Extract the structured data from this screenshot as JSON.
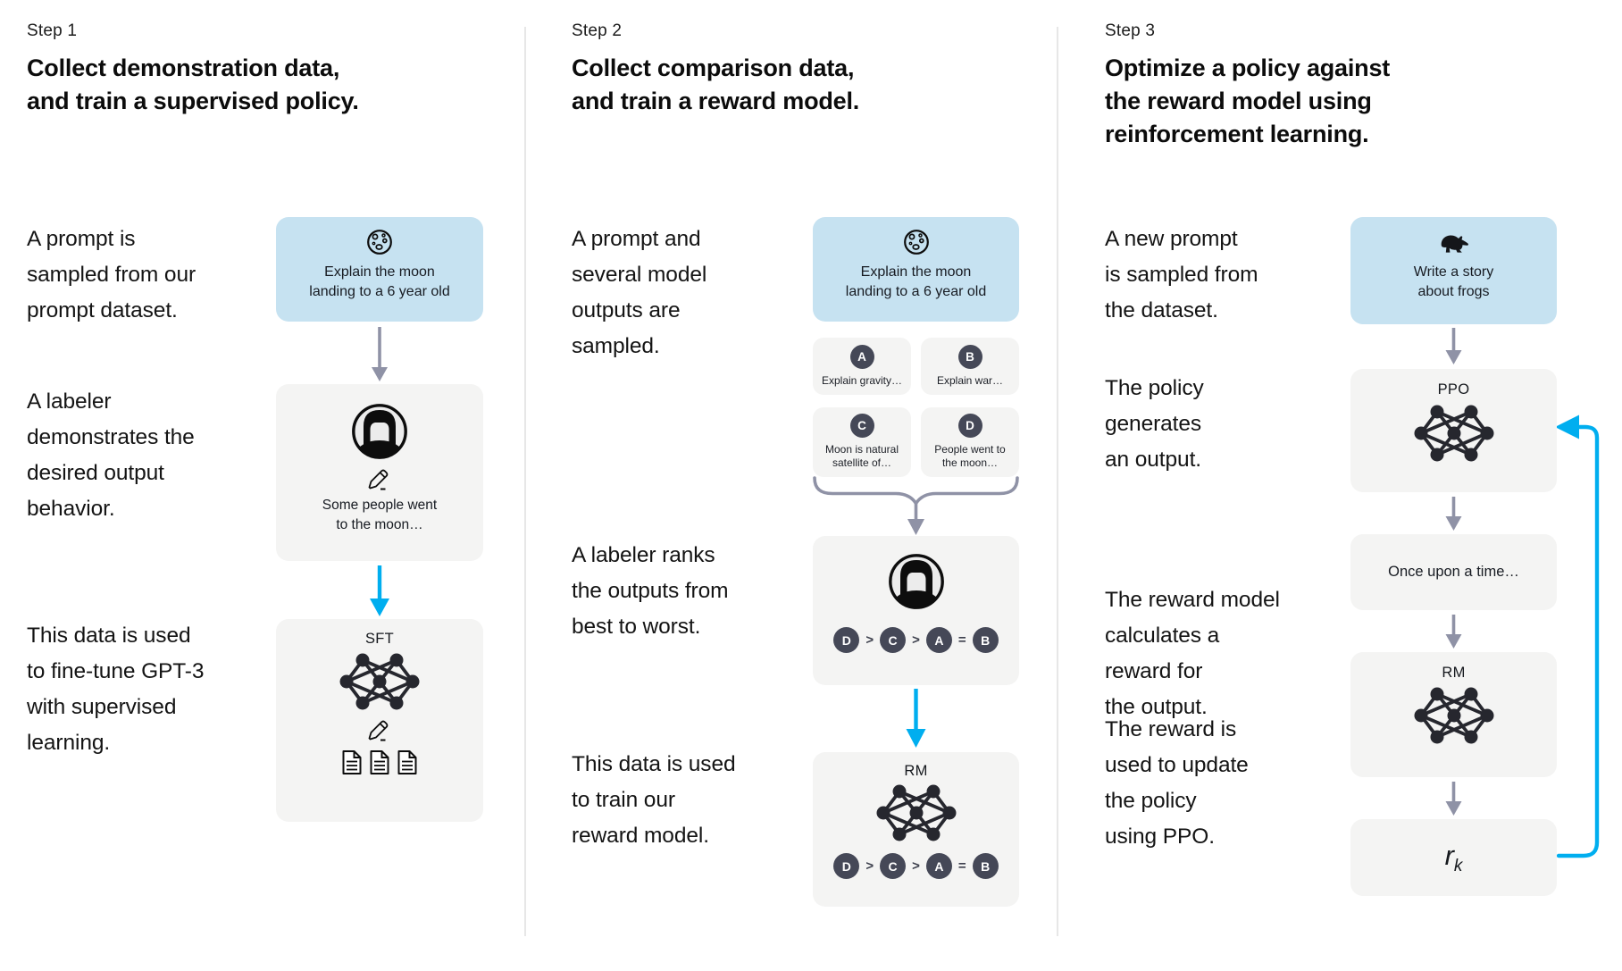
{
  "colors": {
    "prompt_box_bg": "#c6e2f1",
    "panel_bg": "#f4f4f3",
    "accent_blue": "#00aeef",
    "arrow_gray": "#8f92a6",
    "badge_dark": "#454857",
    "text": "#101010"
  },
  "steps": [
    {
      "label": "Step 1",
      "heading": "Collect demonstration data,\nand train a supervised policy.",
      "paragraphs": [
        "A prompt is\nsampled from our\nprompt dataset.",
        "A labeler\ndemonstrates the\ndesired output\nbehavior.",
        "This data is used\nto fine-tune GPT-3\nwith supervised\nlearning."
      ],
      "prompt_box": {
        "icon": "moon-icon",
        "text": "Explain the moon\nlanding to a 6 year old"
      },
      "labeler_box": {
        "icon": "labeler-avatar",
        "text": "Some people went\nto the moon…"
      },
      "model_box": {
        "label": "SFT",
        "icons": [
          "neural-network-icon",
          "pencil-icon",
          "document-icon"
        ]
      }
    },
    {
      "label": "Step 2",
      "heading": "Collect comparison data,\nand train a reward model.",
      "paragraphs": [
        "A prompt and\nseveral model\noutputs are\nsampled.",
        "A labeler ranks\nthe outputs from\nbest to worst.",
        "This data is used\nto train our\nreward model."
      ],
      "prompt_box": {
        "icon": "moon-icon",
        "text": "Explain the moon\nlanding to a 6 year old"
      },
      "outputs": [
        {
          "letter": "A",
          "label": "Explain gravity…"
        },
        {
          "letter": "B",
          "label": "Explain war…"
        },
        {
          "letter": "C",
          "label": "Moon is natural\nsatellite of…"
        },
        {
          "letter": "D",
          "label": "People went to\nthe moon…"
        }
      ],
      "ranking": {
        "items": [
          "D",
          "C",
          "A",
          "B"
        ],
        "separators": [
          ">",
          ">",
          "="
        ]
      },
      "model_box": {
        "label": "RM"
      }
    },
    {
      "label": "Step 3",
      "heading": "Optimize a policy against\nthe reward model using\nreinforcement learning.",
      "paragraphs": [
        "A new prompt\nis sampled from\nthe dataset.",
        "The policy\ngenerates\nan output.",
        "The reward model\ncalculates a\nreward for\nthe output.",
        "The reward is\nused to update\nthe policy\nusing PPO."
      ],
      "prompt_box": {
        "icon": "frog-icon",
        "text": "Write a story\nabout frogs"
      },
      "policy_box": {
        "label": "PPO"
      },
      "output_box": {
        "text": "Once upon a time…"
      },
      "reward_model_box": {
        "label": "RM"
      },
      "reward_box": {
        "base": "r",
        "sub": "k"
      }
    }
  ]
}
